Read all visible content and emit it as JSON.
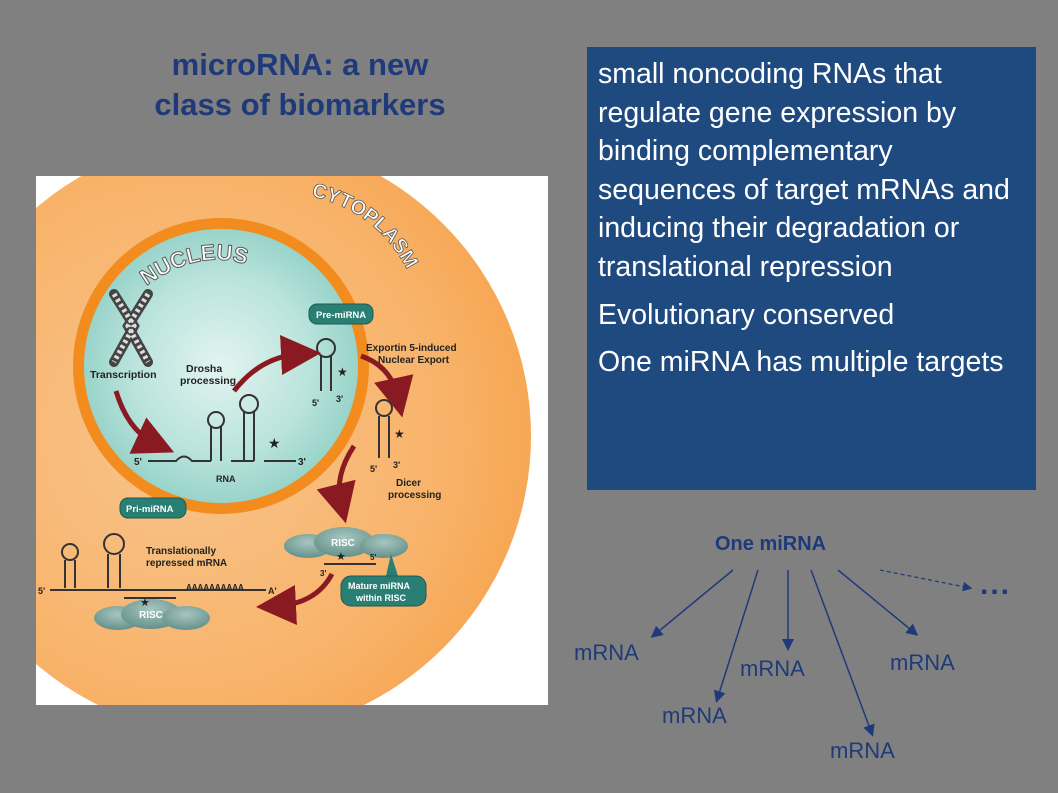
{
  "title": {
    "line1": "microRNA: a new",
    "line2": "class of biomarkers"
  },
  "bullets": [
    "small noncoding RNAs that regulate gene expression by binding complementary sequences of target mRNAs and inducing their degradation or translational repression",
    "Evolutionary conserved",
    "One miRNA has multiple targets"
  ],
  "figure": {
    "cytoplasm": "CYTOPLASM",
    "nucleus": "NUCLEUS",
    "transcription": "Transcription",
    "drosha1": "Drosha",
    "drosha2": "processing",
    "rna": "RNA",
    "pri_mirna": "Pri-miRNA",
    "pre_mirna": "Pre-miRNA",
    "exportin1": "Exportin 5-induced",
    "exportin2": "Nuclear Export",
    "dicer1": "Dicer",
    "dicer2": "processing",
    "risc": "RISC",
    "trans1": "Translationally",
    "trans2": "repressed mRNA",
    "mature1": "Mature miRNA",
    "mature2": "within RISC",
    "polya": "AAAAAAAAAA",
    "five": "5'",
    "three": "3'"
  },
  "fanout": {
    "source": "One miRNA",
    "ellipsis": "...",
    "targets": [
      "mRNA",
      "mRNA",
      "mRNA",
      "mRNA",
      "mRNA"
    ]
  },
  "colors": {
    "background": "#808080",
    "title": "#1f3a7a",
    "textbox": "#1f4a80",
    "nucleus": "#9fd6cc",
    "cytoplasm": "#f8b36a",
    "arrow": "#8a1a22"
  }
}
